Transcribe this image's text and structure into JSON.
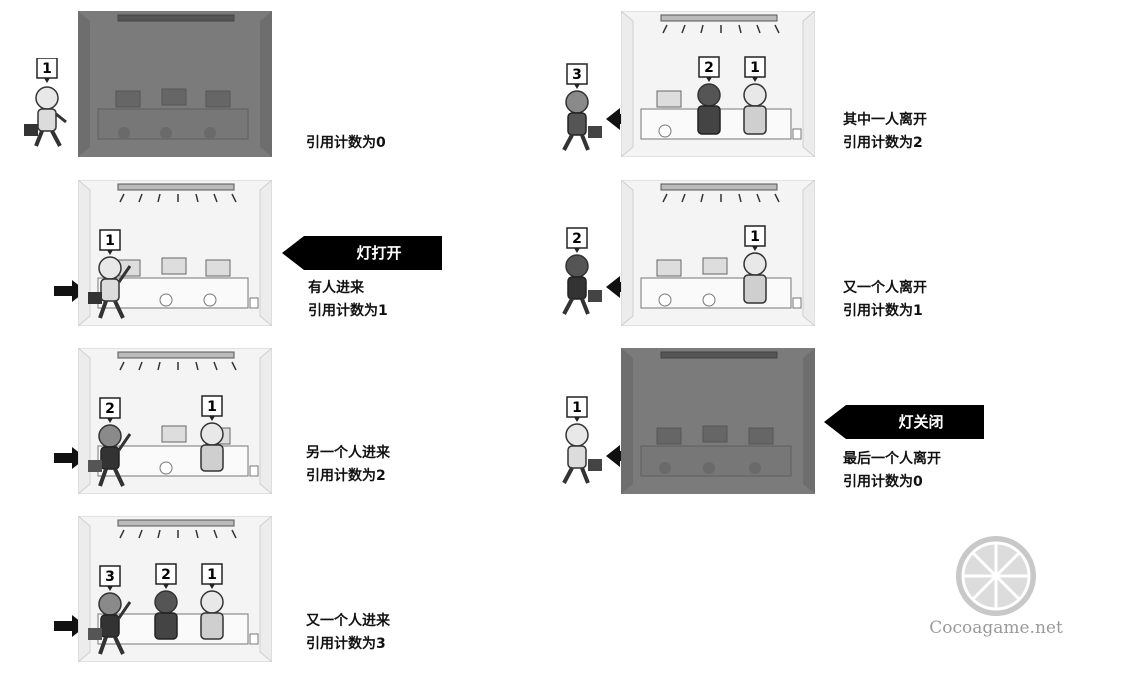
{
  "panels": [
    {
      "id": "p1",
      "light": "off",
      "caption": [
        "引用计数为0"
      ],
      "badges": [
        "1"
      ]
    },
    {
      "id": "p2",
      "light": "on",
      "caption": [
        "有人进来",
        "引用计数为1"
      ],
      "badges": [
        "1"
      ]
    },
    {
      "id": "p3",
      "light": "on",
      "caption": [
        "另一个人进来",
        "引用计数为2"
      ],
      "badges": [
        "2",
        "1"
      ]
    },
    {
      "id": "p4",
      "light": "on",
      "caption": [
        "又一个人进来",
        "引用计数为3"
      ],
      "badges": [
        "3",
        "2",
        "1"
      ]
    },
    {
      "id": "p5",
      "light": "on",
      "caption": [
        "其中一人离开",
        "引用计数为2"
      ],
      "badges": [
        "3",
        "2",
        "1"
      ]
    },
    {
      "id": "p6",
      "light": "on",
      "caption": [
        "又一个人离开",
        "引用计数为1"
      ],
      "badges": [
        "2",
        "1"
      ]
    },
    {
      "id": "p7",
      "light": "off",
      "caption": [
        "最后一个人离开",
        "引用计数为0"
      ],
      "badges": [
        "1"
      ]
    }
  ],
  "callouts": {
    "light_on": "灯打开",
    "light_off": "灯关闭"
  },
  "watermark": {
    "text": "Cocoagame.net"
  },
  "colors": {
    "room_off": "#7b7b7b",
    "room_on": "#f4f4f4",
    "callout_bg": "#000000",
    "watermark": "#9a9a9a"
  }
}
